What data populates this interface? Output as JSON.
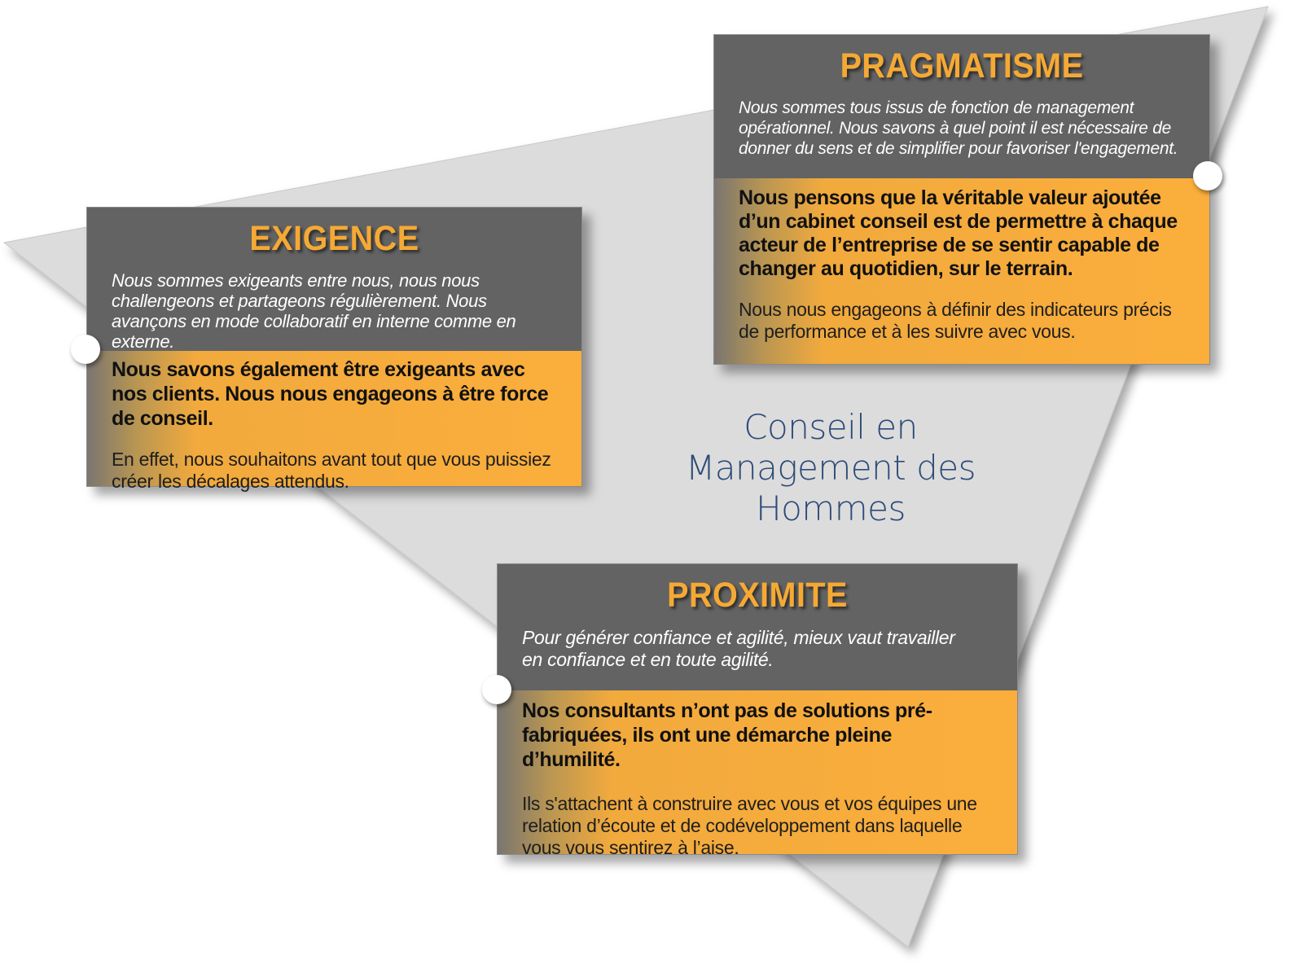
{
  "center_label": {
    "line1": "Conseil en",
    "line2": "Management des",
    "line3": "Hommes"
  },
  "cards": {
    "pragmatisme": {
      "title": "PRAGMATISME",
      "intro": "Nous sommes tous issus de fonction de management opérationnel.  Nous savons à quel point il est nécessaire de donner du sens et de simplifier pour favoriser l'engagement.",
      "statement": "Nous pensons que la véritable valeur ajoutée d’un cabinet conseil est de permettre à chaque acteur de l’entreprise de se sentir capable de changer au quotidien, sur le terrain.",
      "detail": "Nous nous engageons à définir des indicateurs précis de performance et à les suivre avec vous."
    },
    "exigence": {
      "title": "EXIGENCE",
      "intro": "Nous sommes exigeants entre nous, nous nous challengeons et partageons régulièrement. Nous avançons en mode collaboratif en interne comme en externe.",
      "statement": "Nous savons également être exigeants avec nos clients. Nous nous engageons à être force de conseil.",
      "detail": "En effet, nous souhaitons avant tout que vous puissiez créer les décalages attendus."
    },
    "proximite": {
      "title": "PROXIMITE",
      "intro": "Pour générer confiance et agilité, mieux vaut travailler en confiance et en toute agilité.",
      "statement": "Nos consultants n’ont pas de solutions pré-fabriquées, ils ont une démarche pleine d’humilité.",
      "detail": "Ils s'attachent à construire avec vous et vos équipes une relation d’écoute et de codéveloppement dans laquelle vous vous sentirez à l’aise."
    }
  },
  "colors": {
    "title_orange": "#f5a935",
    "card_grey": "#636363",
    "card_orange": "#fbae3c",
    "triangle_grey": "#dcdcdc",
    "center_text_blue": "#2d4b78"
  }
}
